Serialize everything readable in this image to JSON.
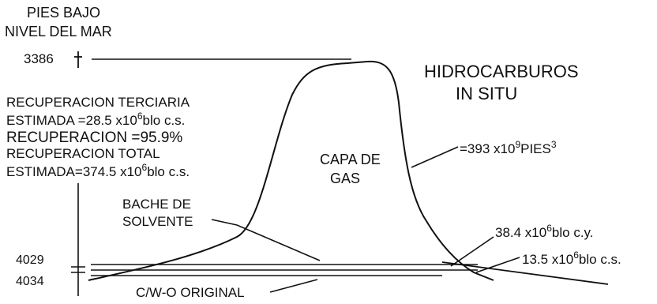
{
  "header": {
    "depth_title_line1": "PIES BAJO",
    "depth_title_line2": "NIVEL DEL MAR"
  },
  "depth_markers": {
    "top": "3386",
    "mid": "4029",
    "bottom": "4034"
  },
  "left_notes": {
    "line1": "RECUPERACION TERCIARIA",
    "line2_prefix": "ESTIMADA =28.5 x10",
    "line2_exp": "6",
    "line2_suffix": "blo c.s.",
    "line3": "RECUPERACION =95.9%",
    "line4": "RECUPERACION TOTAL",
    "line5_prefix": "ESTIMADA=374.5 x10",
    "line5_exp": "6",
    "line5_suffix": "blo c.s."
  },
  "right_title": {
    "line1": "HIDROCARBUROS",
    "line2": "IN SITU"
  },
  "gas_cap": {
    "line1": "CAPA DE",
    "line2": "GAS"
  },
  "gas_volume": {
    "prefix": "=393 x10",
    "exp": "9",
    "unit": "PIES",
    "unit_exp": "3"
  },
  "solvent": {
    "line1": "BACHE DE",
    "line2": "SOLVENTE"
  },
  "oil_volume_cy": {
    "prefix": "38.4 x10",
    "exp": "6",
    "suffix": "blo c.y."
  },
  "oil_volume_cs": {
    "prefix": "13.5 x10",
    "exp": "6",
    "suffix": "blo c.s."
  },
  "contact": {
    "label": "C/W-O ORIGINAL"
  }
}
